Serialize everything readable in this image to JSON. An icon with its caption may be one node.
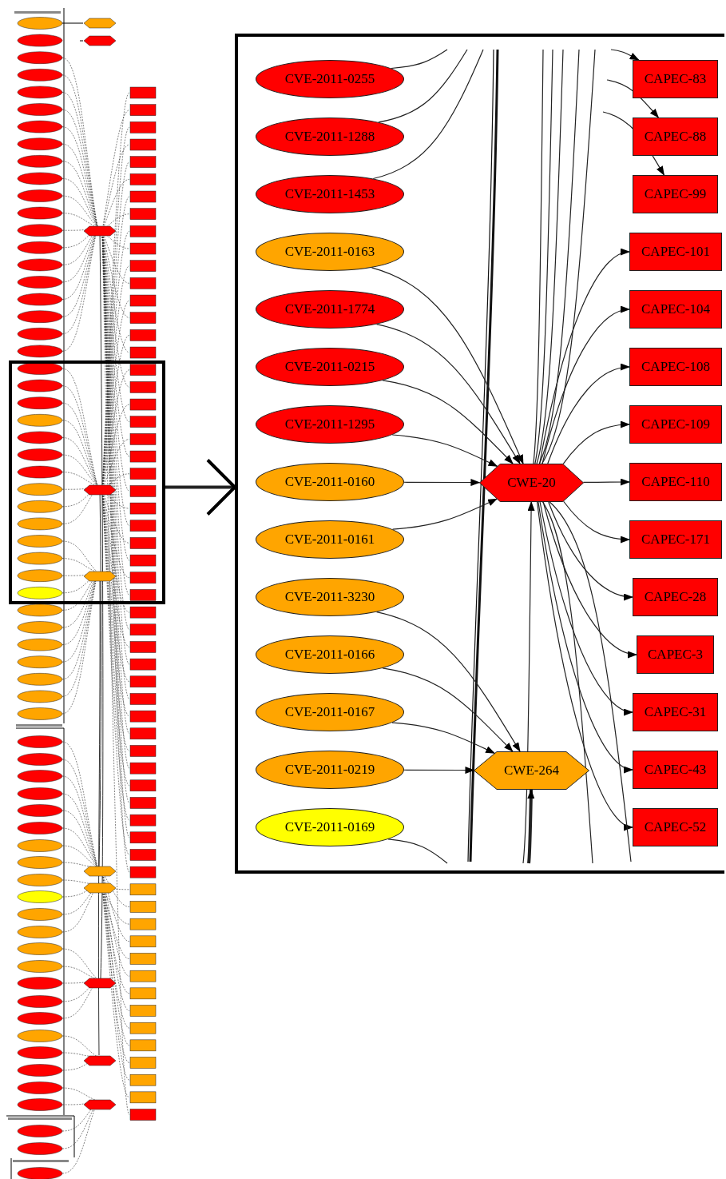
{
  "diagram": {
    "nodes": [
      {
        "text": [],
        "shape": "box"
      },
      {
        "text": [],
        "shape": "box"
      },
      {
        "text": [
          "CVE-2011-0255"
        ],
        "in": 1
      },
      {
        "text": [
          "CVE-2011-1288"
        ],
        "in": 1
      },
      {
        "text": [
          "CVE-2011-1453"
        ],
        "in": 1
      },
      {
        "text": [
          "CVE-2011-0163"
        ],
        "in": 1
      },
      {
        "text": [
          "CVE-2011-1774"
        ],
        "in": 1
      },
      {
        "text": [
          "CVE-2011-0215"
        ],
        "in": 1
      },
      {
        "text": [
          "CVE-2011-1295"
        ],
        "in": 1
      },
      {
        "text": [
          "CVE-2011-0160"
        ],
        "in": 1
      },
      {
        "text": [
          "CVE-2011-0161"
        ],
        "in": 1
      },
      {
        "text": [
          "CVE-2011-3230"
        ],
        "in": 1
      },
      {
        "text": [
          "CVE-2011-0166"
        ],
        "in": 1
      },
      {
        "text": [
          "CVE-2011-0167"
        ],
        "in": 1
      },
      {
        "text": [
          "CVE-2011-0219"
        ],
        "in": 1
      },
      {
        "text": [
          "CVE-2011-0169"
        ],
        "in": 1
      },
      {
        "text": [
          "CWE-20"
        ],
        "in": 1
      },
      {
        "text": [
          "CWE-264"
        ],
        "in": 1
      },
      {
        "text": [
          "CAPEC-83"
        ],
        "in": 1
      },
      {
        "text": [
          "CAPEC-88"
        ],
        "in": 1
      },
      {
        "text": [
          "CAPEC-99"
        ],
        "in": 1
      },
      {
        "text": [
          "CAPEC-101"
        ],
        "in": 1
      },
      {
        "text": [
          "CAPEC-104"
        ],
        "in": 1
      },
      {
        "text": [
          "CAPEC-108"
        ],
        "in": 1
      },
      {
        "text": [
          "CAPEC-109"
        ],
        "in": 1
      },
      {
        "text": [
          "CAPEC-110"
        ],
        "in": 1
      },
      {
        "text": [
          "CAPEC-171"
        ],
        "in": 1
      },
      {
        "text": [
          "CAPEC-28"
        ],
        "in": 1
      },
      {
        "text": [
          "CAPEC-3"
        ],
        "in": 1
      },
      {
        "text": [
          "CAPEC-31"
        ],
        "in": 1
      },
      {
        "text": [
          "CAPEC-43"
        ],
        "in": 1
      },
      {
        "text": [
          "CAPEC-52"
        ],
        "in": 1
      }
    ],
    "edges": [
      {
        "from": 0,
        "to": 1,
        "arrow": "to",
        "style": "thick"
      },
      {
        "from": 2,
        "to": null,
        "arrow": "none"
      },
      {
        "from": 3,
        "to": null,
        "arrow": "none"
      },
      {
        "from": 4,
        "to": null,
        "arrow": "none"
      },
      {
        "from": 5,
        "to": 16,
        "arrow": "to"
      },
      {
        "from": 6,
        "to": 16,
        "arrow": "to"
      },
      {
        "from": 7,
        "to": 16,
        "arrow": "to"
      },
      {
        "from": 8,
        "to": 16,
        "arrow": "to"
      },
      {
        "from": 9,
        "to": 16,
        "arrow": "to"
      },
      {
        "from": 10,
        "to": 16,
        "arrow": "to"
      },
      {
        "from": 11,
        "to": 17,
        "arrow": "to"
      },
      {
        "from": 12,
        "to": 17,
        "arrow": "to"
      },
      {
        "from": 13,
        "to": 17,
        "arrow": "to"
      },
      {
        "from": 14,
        "to": 17,
        "arrow": "to"
      },
      {
        "from": 15,
        "to": null,
        "arrow": "none"
      },
      {
        "from": null,
        "to": 18,
        "arrow": "to"
      },
      {
        "from": null,
        "to": 19,
        "arrow": "to"
      },
      {
        "from": null,
        "to": 20,
        "arrow": "to"
      },
      {
        "from": 16,
        "to": 21,
        "arrow": "to"
      },
      {
        "from": 16,
        "to": 22,
        "arrow": "to"
      },
      {
        "from": 16,
        "to": 23,
        "arrow": "to"
      },
      {
        "from": 16,
        "to": 24,
        "arrow": "to"
      },
      {
        "from": 16,
        "to": 25,
        "arrow": "to"
      },
      {
        "from": 16,
        "to": 26,
        "arrow": "to"
      },
      {
        "from": 16,
        "to": 27,
        "arrow": "to"
      },
      {
        "from": 16,
        "to": 28,
        "arrow": "to"
      },
      {
        "from": 16,
        "to": 29,
        "arrow": "to"
      },
      {
        "from": 16,
        "to": 30,
        "arrow": "to"
      },
      {
        "from": 16,
        "to": 31,
        "arrow": "to"
      },
      {
        "from": null,
        "to": 16,
        "arrow": "to"
      },
      {
        "from": null,
        "to": 17,
        "arrow": "to",
        "style": "thick"
      },
      {
        "from": 16,
        "to": null,
        "arrow": "none"
      },
      {
        "from": 16,
        "to": null,
        "arrow": "none"
      },
      {
        "from": 16,
        "to": null,
        "arrow": "none"
      },
      {
        "from": 16,
        "to": null,
        "arrow": "none"
      },
      {
        "from": 16,
        "to": null,
        "arrow": "none"
      },
      {
        "from": 16,
        "to": null,
        "arrow": "none"
      },
      {
        "from": 16,
        "to": null,
        "arrow": "none"
      }
    ]
  }
}
